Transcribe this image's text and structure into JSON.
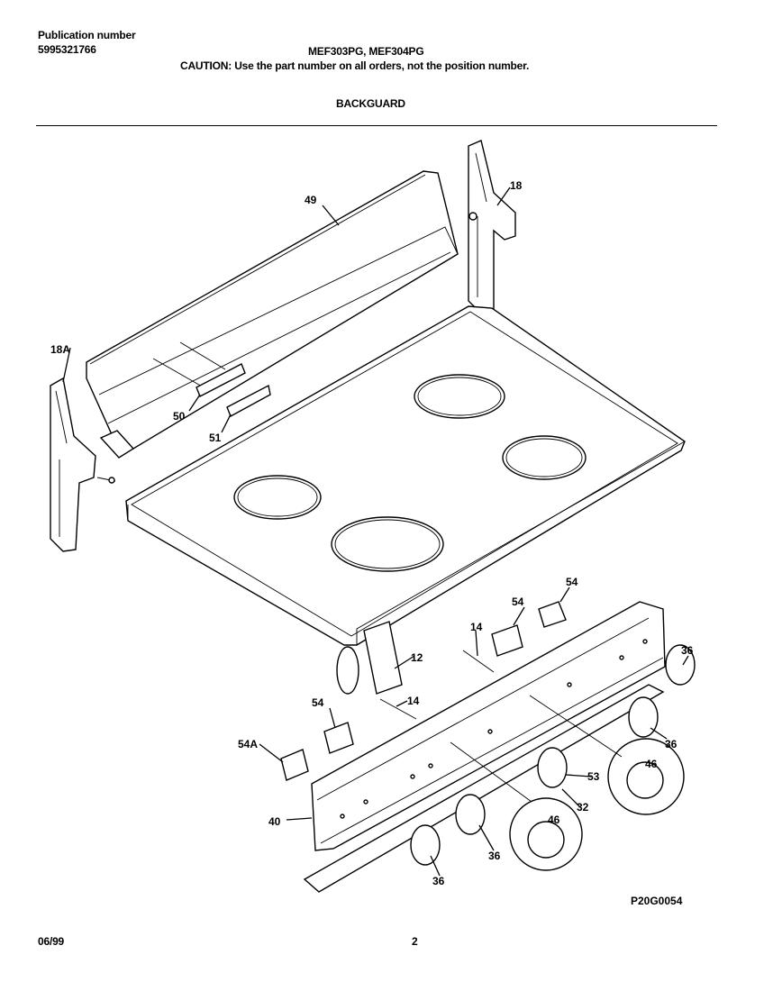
{
  "header": {
    "publication_label": "Publication number",
    "publication_number": "5995321766",
    "models": "MEF303PG, MEF304PG",
    "caution": "CAUTION:  Use the part number on all orders, not the position number.",
    "section_title": "BACKGUARD"
  },
  "diagram": {
    "callouts": {
      "c49": "49",
      "c18": "18",
      "c18a": "18A",
      "c50": "50",
      "c51": "51",
      "c54a": "54",
      "c54b": "54",
      "c54c": "54",
      "c14a": "14",
      "c14b": "14",
      "c12": "12",
      "c36a": "36",
      "c36b": "36",
      "c36c": "36",
      "c36d": "36",
      "c46a": "46",
      "c46b": "46",
      "c53": "53",
      "c32": "32",
      "c54A": "54A",
      "c40": "40"
    },
    "drawing_code": "P20G0054"
  },
  "footer": {
    "date": "06/99",
    "page": "2"
  }
}
